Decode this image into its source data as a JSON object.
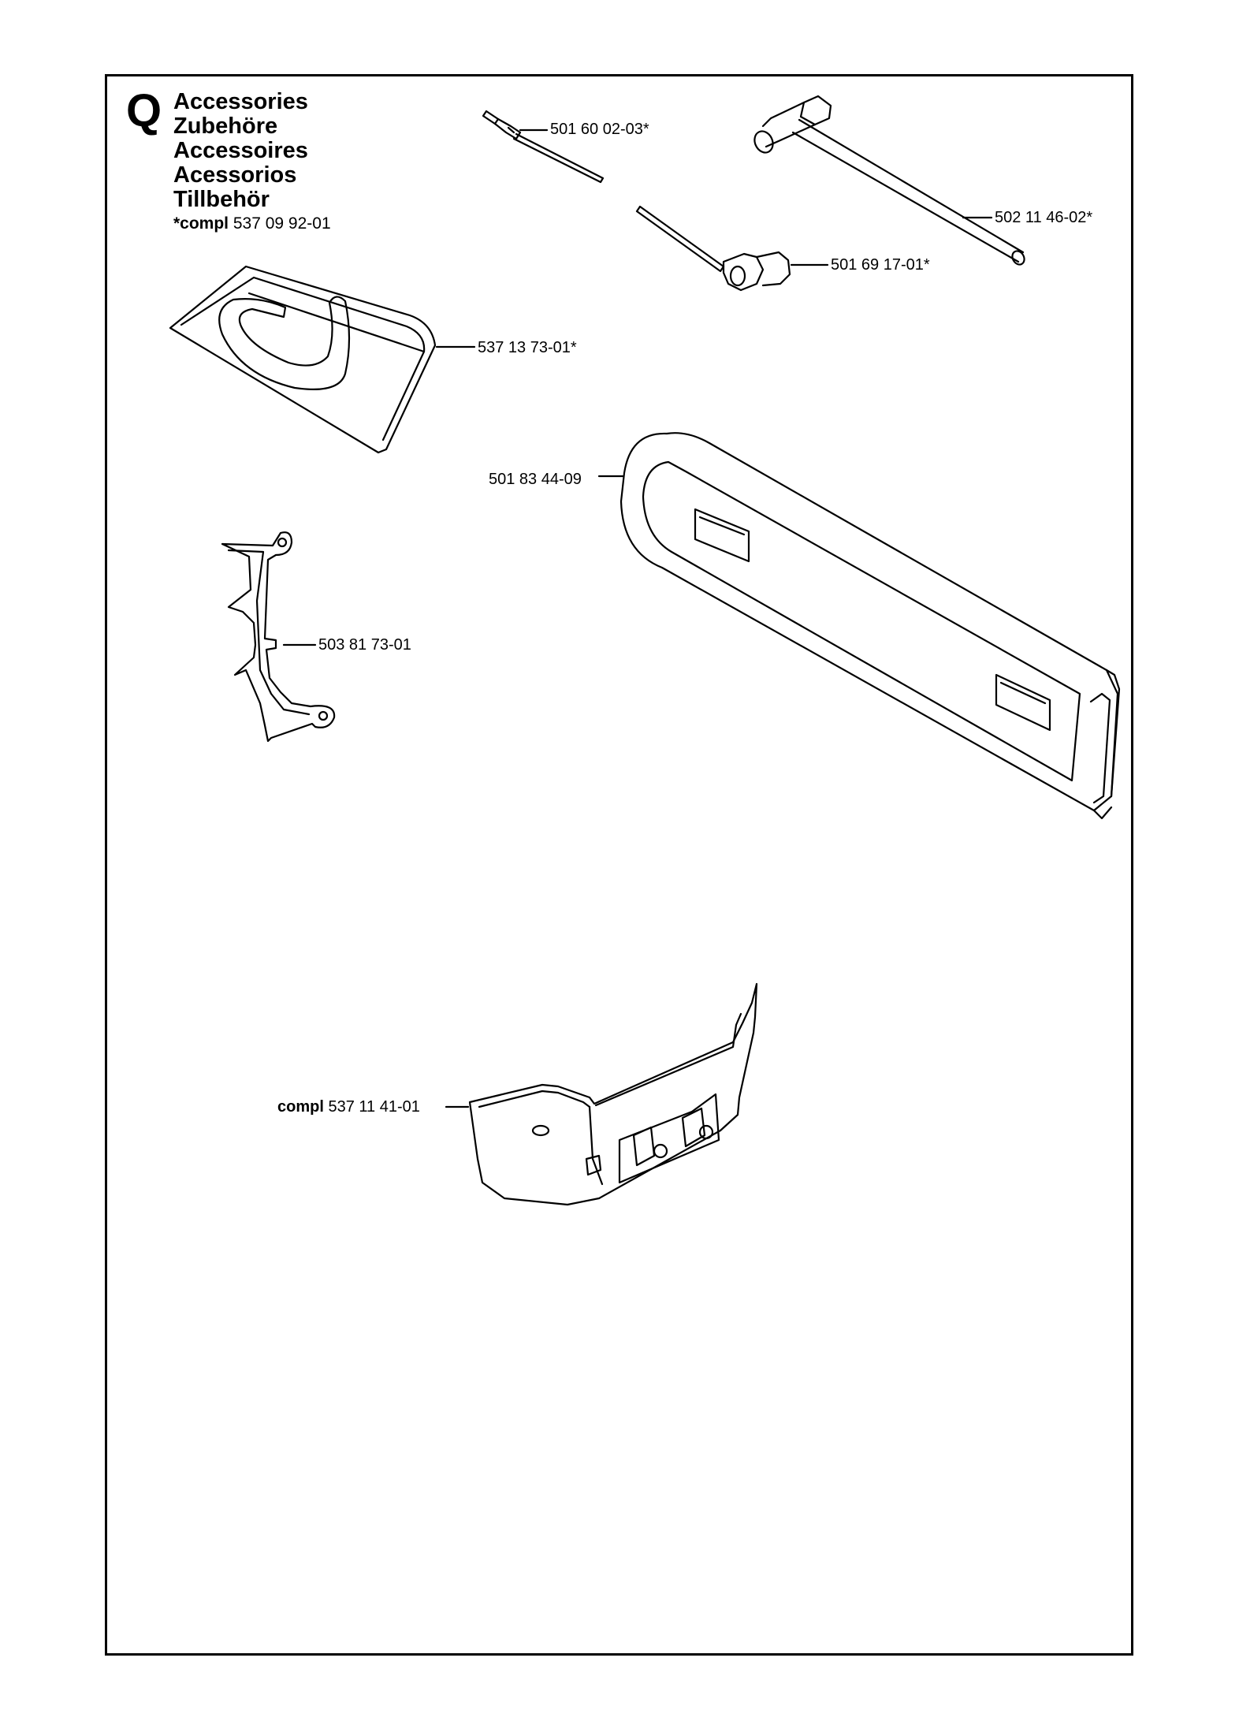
{
  "section": {
    "letter": "Q",
    "titles": [
      "Accessories",
      "Zubehöre",
      "Accessoires",
      "Acessorios",
      "Tillbehör"
    ],
    "kit_prefix": "*compl",
    "kit_number": "537 09 92-01"
  },
  "parts": {
    "file_holder": "501 60 02-03*",
    "combination_wrench": "502 11 46-02*",
    "tool_wrench": "501 69 17-01*",
    "tool_bag": "537 13 73-01*",
    "bar_guard": "501 83 44-09",
    "bumper_spike": "503 81 73-01",
    "clutch_cover_prefix": "compl",
    "clutch_cover": "537 11 41-01"
  },
  "colors": {
    "line": "#000000",
    "background": "#ffffff"
  }
}
